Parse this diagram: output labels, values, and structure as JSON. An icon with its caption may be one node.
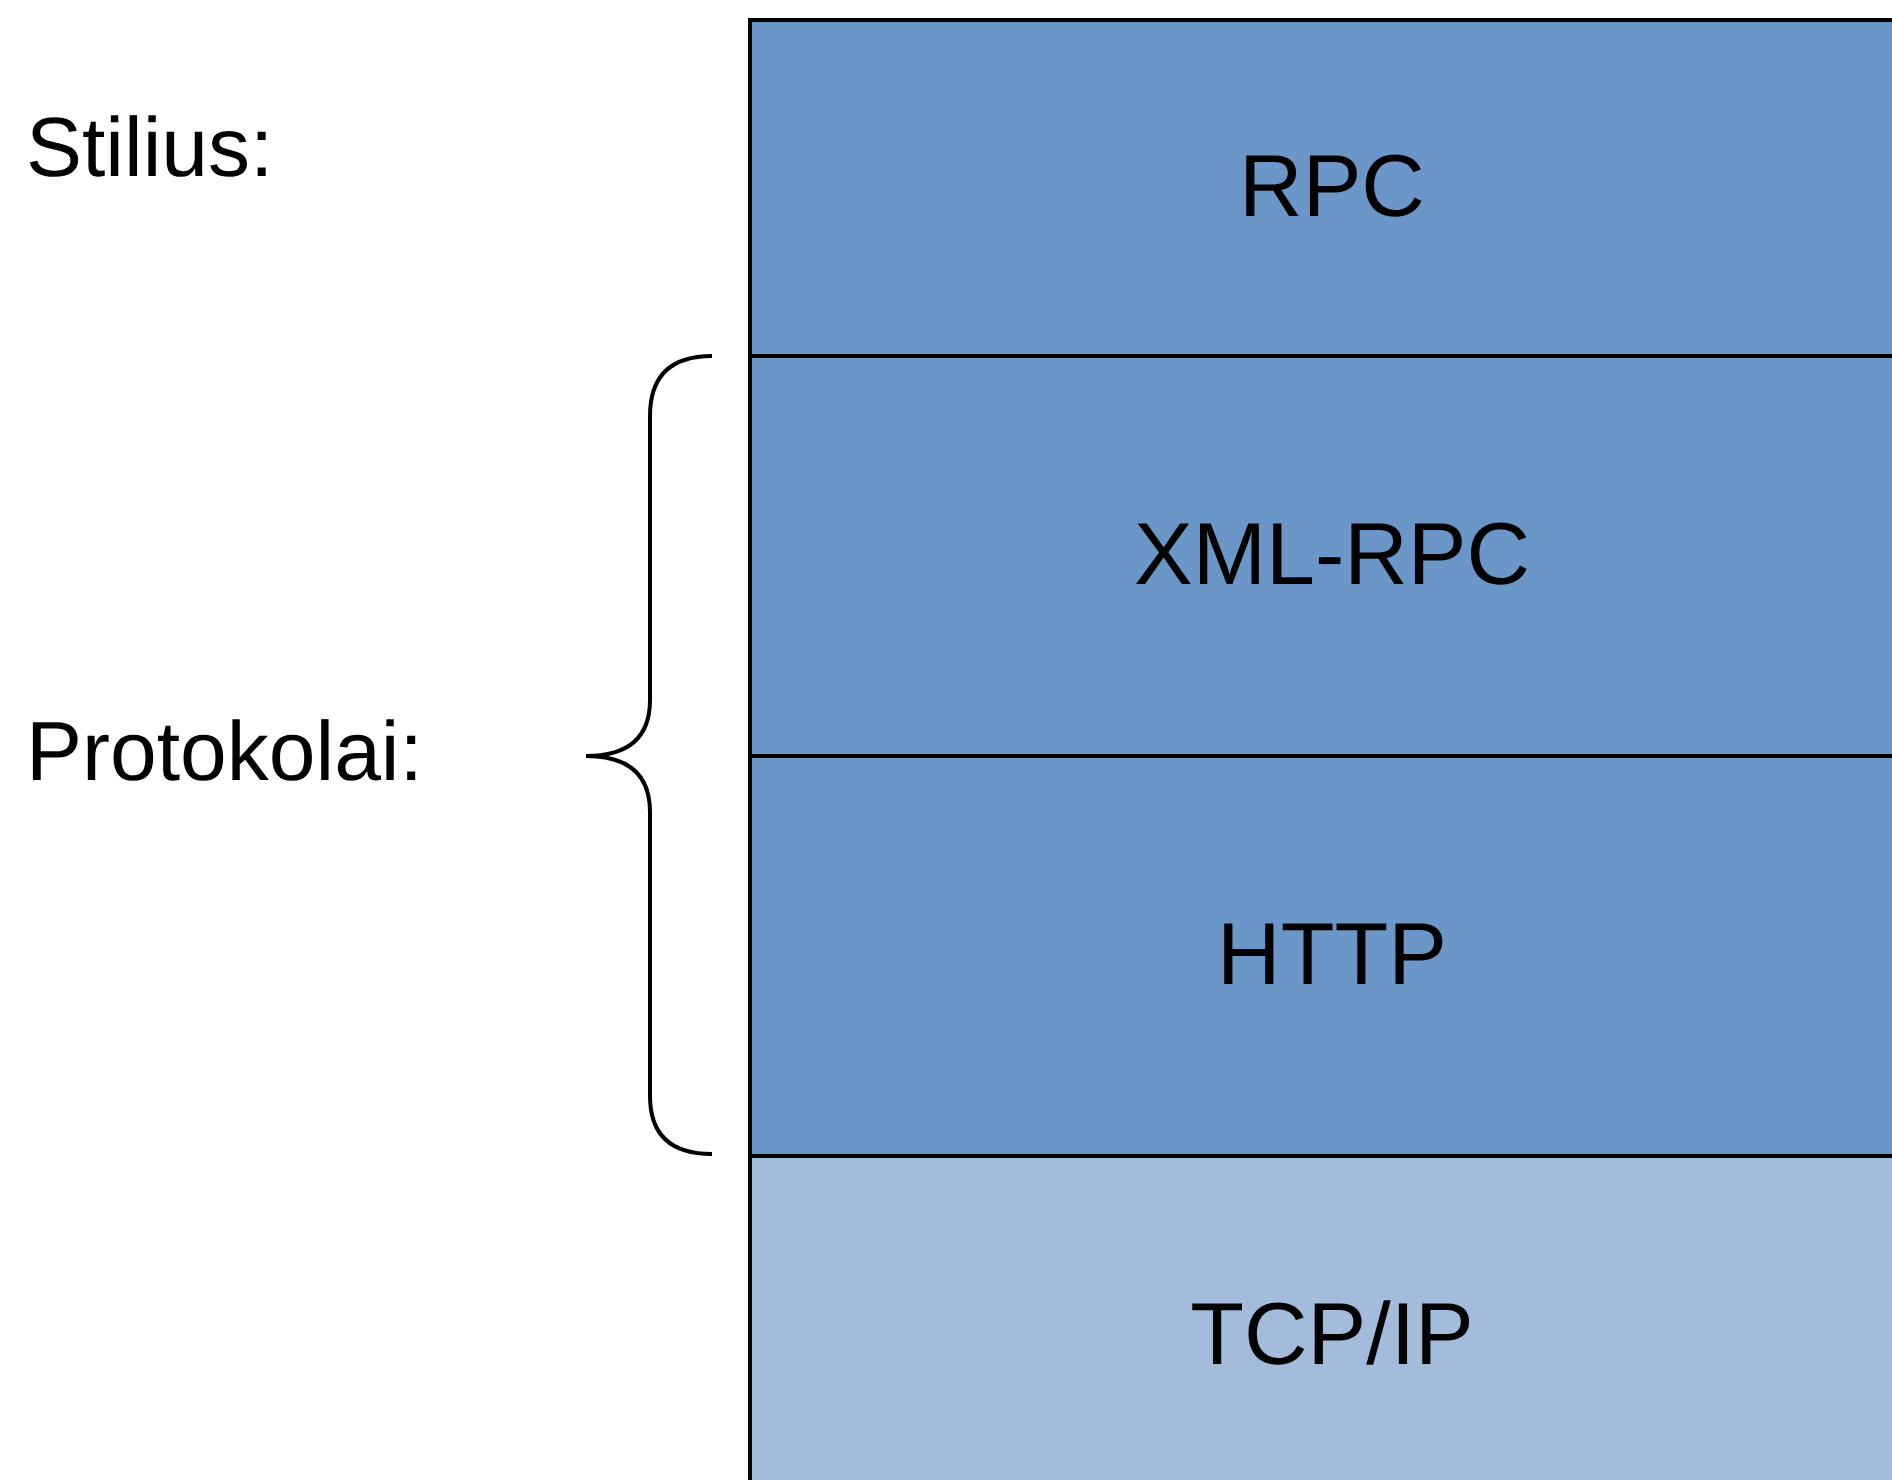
{
  "diagram": {
    "nodes": [
      {
        "text": [
          "RPC"
        ]
      },
      {
        "text": [
          "XML-RPC"
        ]
      },
      {
        "text": [
          "HTTP"
        ]
      },
      {
        "text": [
          "TCP/IP"
        ]
      }
    ],
    "labels": [
      "Stilius:",
      "Protokolai:"
    ]
  }
}
